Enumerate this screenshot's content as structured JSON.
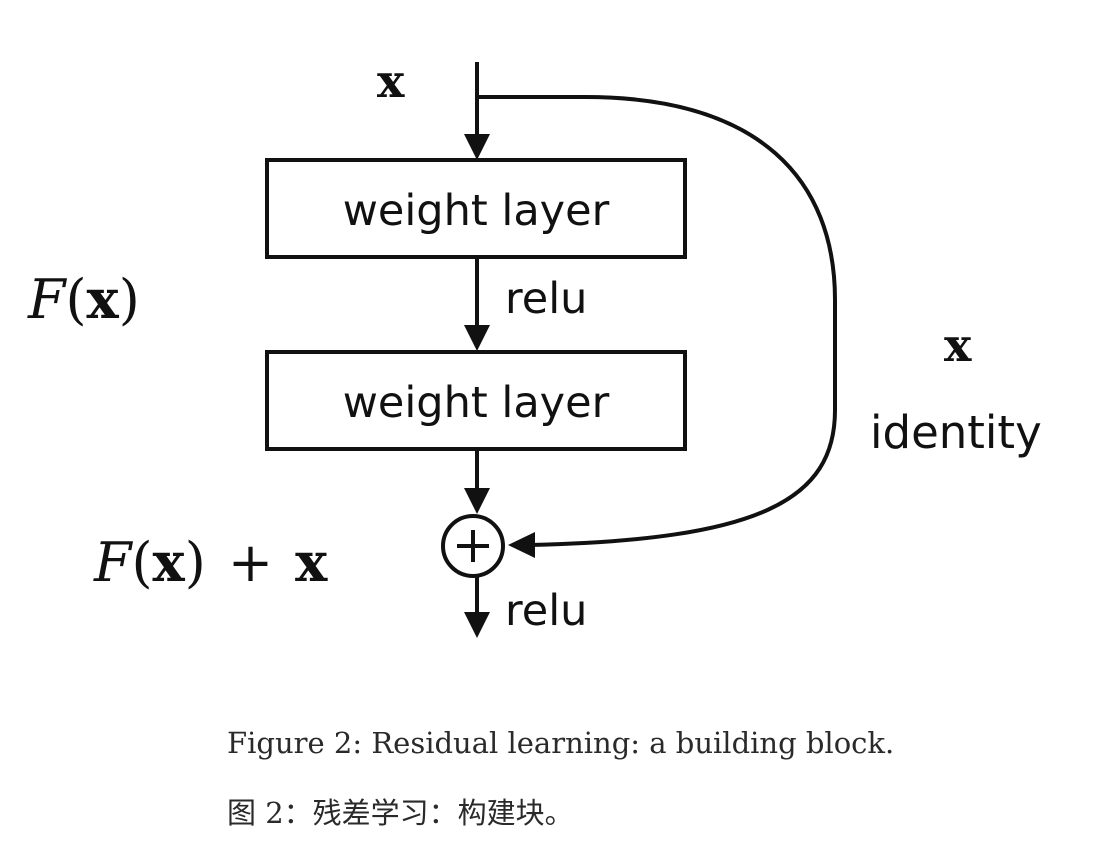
{
  "diagram": {
    "input_label": "x",
    "top_box_label": "weight layer",
    "bottom_box_label": "weight layer",
    "relu_mid": "relu",
    "relu_out": "relu",
    "residual_fx": {
      "script": "F",
      "open": "(",
      "var": "x",
      "close": ")"
    },
    "sum_expr": {
      "script": "F",
      "open": "(",
      "var": "x",
      "close": ")",
      "plus": "+",
      "var2": "x"
    },
    "shortcut_var": "x",
    "shortcut_label": "identity",
    "adder_symbol": "+"
  },
  "caption": {
    "english": "Figure 2: Residual learning: a building block.",
    "chinese": "图 2：残差学习：构建块。"
  }
}
